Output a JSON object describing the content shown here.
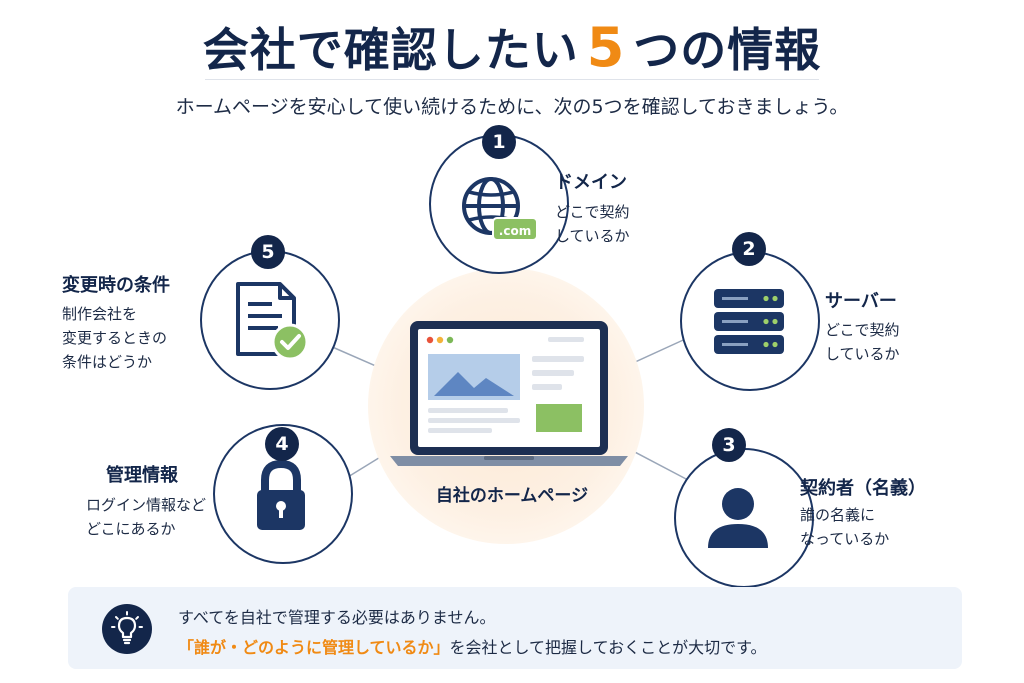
{
  "header": {
    "title_pre": "会社で確認したい",
    "title_num": "5",
    "title_post": "つの情報",
    "subtitle": "ホームページを安心して使い続けるために、次の5つを確認しておきましょう。"
  },
  "center": {
    "label": "自社のホームページ"
  },
  "nodes": [
    {
      "number": "1",
      "title": "ドメイン",
      "desc": [
        "どこで契約",
        "しているか"
      ],
      "icon": "globe-icon",
      "icon_text": ".com"
    },
    {
      "number": "2",
      "title": "サーバー",
      "desc": [
        "どこで契約",
        "しているか"
      ],
      "icon": "server-icon"
    },
    {
      "number": "3",
      "title": "契約者（名義）",
      "desc": [
        "誰の名義に",
        "なっているか"
      ],
      "icon": "user-icon"
    },
    {
      "number": "4",
      "title": "管理情報",
      "desc": [
        "ログイン情報など",
        "どこにあるか"
      ],
      "icon": "lock-icon"
    },
    {
      "number": "5",
      "title": "変更時の条件",
      "desc": [
        "制作会社を",
        "変更するときの",
        "条件はどうか"
      ],
      "icon": "document-check-icon"
    }
  ],
  "info": {
    "icon": "lightbulb-icon",
    "line1": "すべてを自社で管理する必要はありません。",
    "line2_highlight": "「誰が・どのように管理しているか」",
    "line2_rest": "を会社として把握しておくことが大切です。"
  },
  "colors": {
    "navy": "#13264a",
    "orange": "#f08a14",
    "green": "#8cc063",
    "light_blue": "#a9c6e8"
  }
}
